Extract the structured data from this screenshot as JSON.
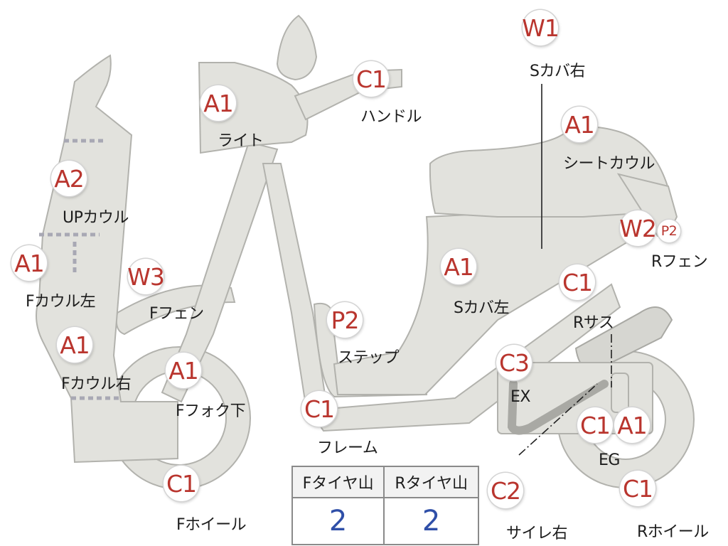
{
  "badges": [
    {
      "id": "light",
      "code": "A1",
      "label": "ライト"
    },
    {
      "id": "handle",
      "code": "C1",
      "label": "ハンドル"
    },
    {
      "id": "s-cover-right",
      "code": "W1",
      "label": "Sカバ右"
    },
    {
      "id": "seat-cowl",
      "code": "A1",
      "label": "シートカウル"
    },
    {
      "id": "up-cowl",
      "code": "A2",
      "label": "UPカウル"
    },
    {
      "id": "f-cowl-left",
      "code": "A1",
      "label": "Fカウル左"
    },
    {
      "id": "f-fender",
      "code": "W3",
      "label": "Fフェン"
    },
    {
      "id": "r-fender",
      "code": "W2",
      "code2": "P2",
      "label": "Rフェン"
    },
    {
      "id": "s-cover-left",
      "code": "A1",
      "label": "Sカバ左"
    },
    {
      "id": "r-suspension",
      "code": "C1",
      "label": "Rサス"
    },
    {
      "id": "step",
      "code": "P2",
      "label": "ステップ"
    },
    {
      "id": "f-cowl-right",
      "code": "A1",
      "label": "Fカウル右"
    },
    {
      "id": "f-fork-lower",
      "code": "A1",
      "label": "Fフォク下"
    },
    {
      "id": "ex",
      "code": "C3",
      "label": "EX"
    },
    {
      "id": "frame",
      "code": "C1",
      "label": "フレーム"
    },
    {
      "id": "eg",
      "code": "C1",
      "code2": "A1",
      "label": "EG"
    },
    {
      "id": "f-wheel",
      "code": "C1",
      "label": "Fホイール"
    },
    {
      "id": "silencer-right",
      "code": "C2",
      "label": "サイレ右"
    },
    {
      "id": "r-wheel",
      "code": "C1",
      "label": "Rホイール"
    }
  ],
  "tire_table": {
    "headers": [
      "Fタイヤ山",
      "Rタイヤ山"
    ],
    "values": [
      "2",
      "2"
    ]
  },
  "colors": {
    "badge_text": "#b9352e",
    "tire_value": "#2f4fa8",
    "part_fill": "#e2e2dd"
  }
}
